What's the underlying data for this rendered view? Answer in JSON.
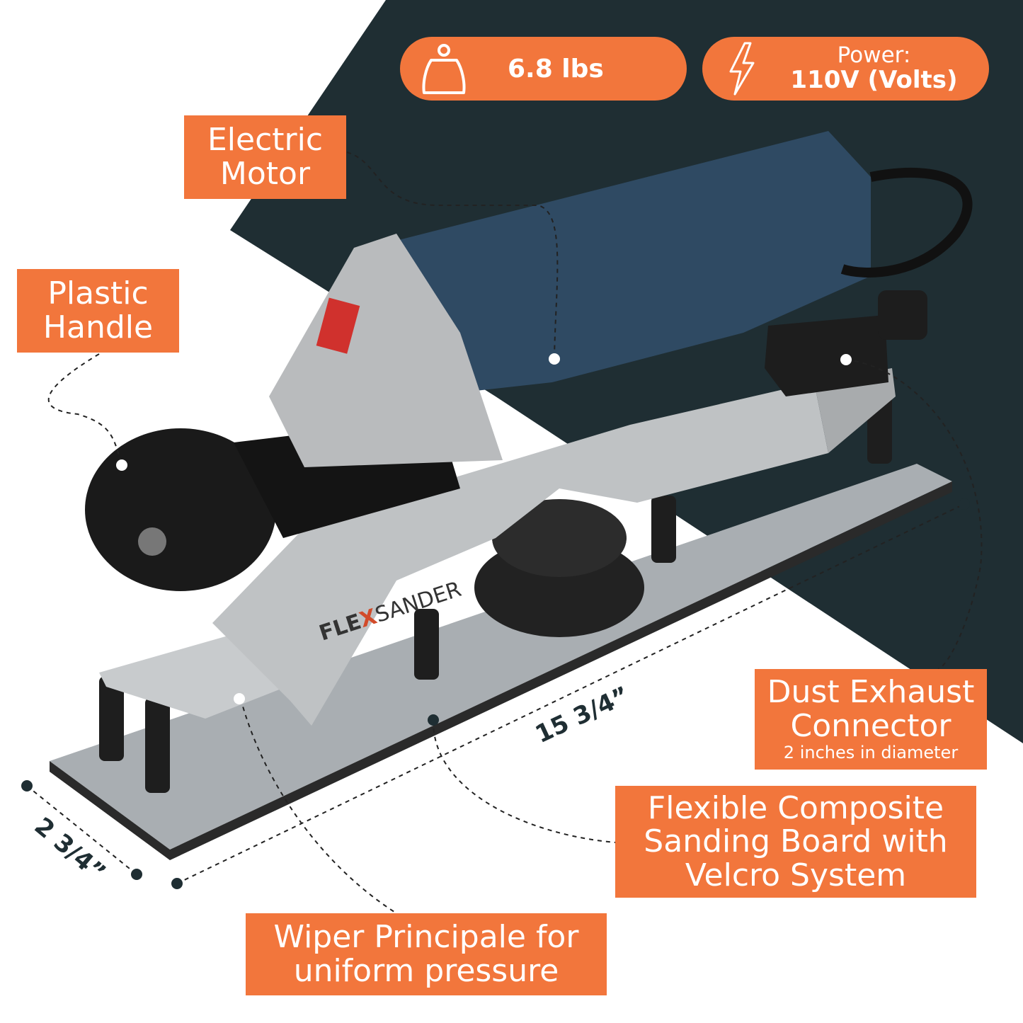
{
  "colors": {
    "accent": "#F2763C",
    "dark": "#1F2E33"
  },
  "specs": {
    "weight": {
      "icon": "kettlebell-icon",
      "value": "6.8 lbs"
    },
    "power": {
      "icon": "lightning-bolt-icon",
      "label": "Power:",
      "value": "110V (Volts)"
    }
  },
  "callouts": {
    "motor": [
      "Electric",
      "Motor"
    ],
    "handle": [
      "Plastic",
      "Handle"
    ],
    "dust": {
      "lines": [
        "Dust Exhaust",
        "Connector"
      ],
      "note": "2 inches in diameter"
    },
    "board": [
      "Flexible Composite",
      "Sanding Board with",
      "Velcro System"
    ],
    "wiper": [
      "Wiper Principale for",
      "uniform pressure"
    ]
  },
  "dimensions": {
    "length": "15 3/4”",
    "width": "2 3/4”"
  },
  "product": {
    "brand_left": "FLE",
    "brand_x": "X",
    "brand_right": "SANDER"
  }
}
